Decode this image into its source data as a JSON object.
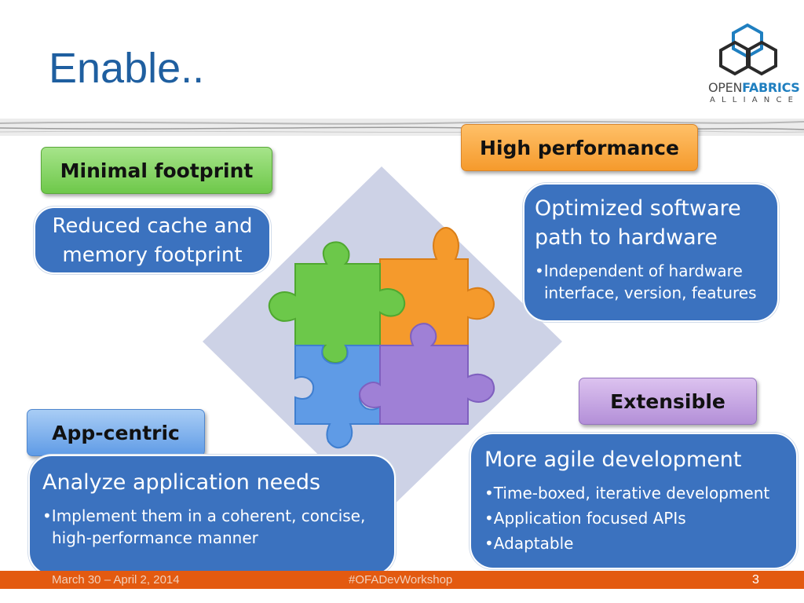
{
  "slide": {
    "title": "Enable..",
    "page_number": "3"
  },
  "logo": {
    "line1_open": "OPEN",
    "line1_fabrics": "FABRICS",
    "line2": "ALLIANCE"
  },
  "tags": {
    "minimal": "Minimal footprint",
    "performance": "High performance",
    "extensible": "Extensible",
    "app_centric": "App-centric"
  },
  "boxes": {
    "cache": {
      "line1": "Reduced cache and",
      "line2": "memory footprint"
    },
    "optimized": {
      "head1": "Optimized software",
      "head2": "path to hardware",
      "bullet_line1": "•Independent of hardware",
      "bullet_line2": "interface, version, features"
    },
    "agile": {
      "head": "More agile development",
      "bullets": [
        "•Time-boxed, iterative development",
        "•Application focused APIs",
        "•Adaptable"
      ]
    },
    "analyze": {
      "head": "Analyze application needs",
      "bullet_line1": "•Implement them in a coherent, concise,",
      "bullet_line2": "high-performance manner"
    }
  },
  "footer": {
    "date": "March 30 – April 2, 2014",
    "hashtag": "#OFADevWorkshop"
  },
  "colors": {
    "title": "#1f5fa0",
    "box_blue": "#3b72bf",
    "footer": "#e35a10",
    "green_piece": "#6cc84a",
    "orange_piece": "#f59a2c",
    "blue_piece": "#5f9be6",
    "purple_piece": "#9f80d6",
    "diamond": "#cdd2e6"
  }
}
